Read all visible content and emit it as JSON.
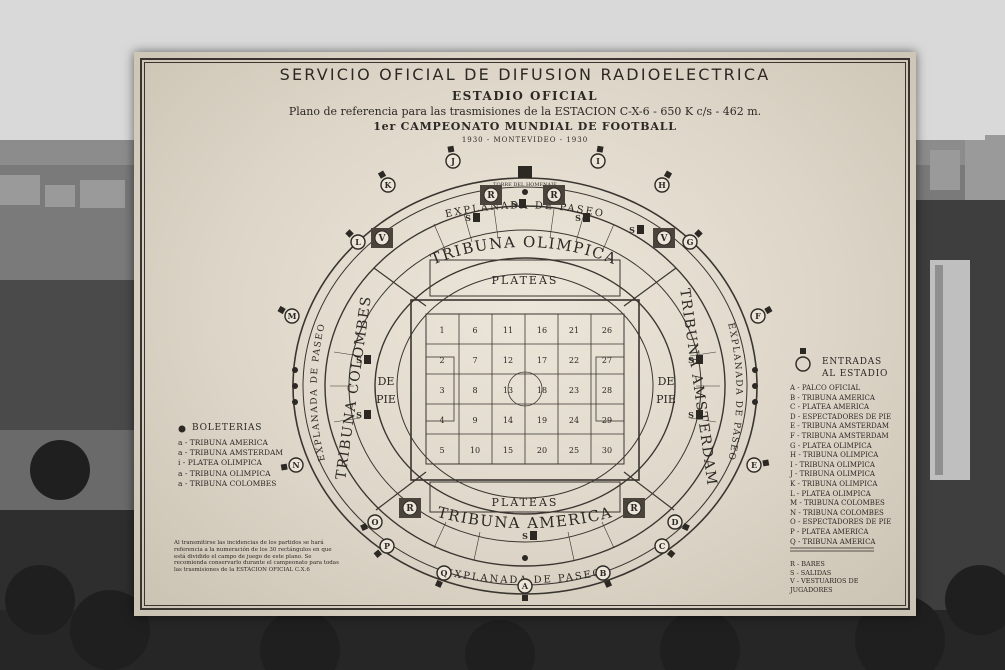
{
  "header": {
    "service_title": "SERVICIO OFICIAL DE DIFUSION RADIOELECTRICA",
    "venue_title": "ESTADIO OFICIAL",
    "reference_line": "Plano de referencia para las trasmisiones de la ESTACION C-X-6 - 650 K c/s - 462 m.",
    "championship": "1er CAMPEONATO MUNDIAL DE FOOTBALL",
    "dates": "1930 - MONTEVIDEO - 1930"
  },
  "stands": {
    "olimpica": "TRIBUNA OLIMPICA",
    "america": "TRIBUNA AMERICA",
    "colombes": "TRIBUNA COLOMBES",
    "amsterdam": "TRIBUNA AMSTERDAM",
    "plateas_top": "PLATEAS",
    "plateas_bottom": "PLATEAS",
    "de_pie_left_1": "DE",
    "de_pie_left_2": "PIE",
    "de_pie_right_1": "DE",
    "de_pie_right_2": "PIE",
    "explanada": "EXPLANADA DE PASEO",
    "torre": "TORRE DEL HOMENAJE"
  },
  "field_numbers": [
    [
      "1",
      "6",
      "11",
      "16",
      "21",
      "26"
    ],
    [
      "2",
      "7",
      "12",
      "17",
      "22",
      "27"
    ],
    [
      "3",
      "8",
      "13",
      "18",
      "23",
      "28"
    ],
    [
      "4",
      "9",
      "14",
      "19",
      "24",
      "29"
    ],
    [
      "5",
      "10",
      "15",
      "20",
      "25",
      "30"
    ]
  ],
  "zone_markers": {
    "bar": "R",
    "exit": "S",
    "locker": "V"
  },
  "gate_letters": [
    "A",
    "B",
    "C",
    "D",
    "E",
    "F",
    "G",
    "H",
    "I",
    "J",
    "K",
    "L",
    "M",
    "N",
    "O",
    "P",
    "Q"
  ],
  "boleterias": {
    "title": "BOLETERIAS",
    "items": [
      "a - TRIBUNA AMERICA",
      "a - TRIBUNA AMSTERDAM",
      "i - PLATEA OLIMPICA",
      "a - TRIBUNA OLIMPICA",
      "a - TRIBUNA COLOMBES"
    ]
  },
  "entradas": {
    "title_1": "ENTRADAS",
    "title_2": "AL ESTADIO",
    "items": [
      "A - PALCO OFICIAL",
      "B - TRIBUNA AMERICA",
      "C - PLATEA AMERICA",
      "D - ESPECTADORES DE PIE",
      "E - TRIBUNA AMSTERDAM",
      "F - TRIBUNA AMSTERDAM",
      "G - PLATEA OLIMPICA",
      "H - TRIBUNA OLIMPICA",
      "I - TRIBUNA OLIMPICA",
      "J - TRIBUNA OLIMPICA",
      "K - TRIBUNA OLIMPICA",
      "L - PLATEA OLIMPICA",
      "M - TRIBUNA COLOMBES",
      "N - TRIBUNA COLOMBES",
      "O - ESPECTADORES DE PIE",
      "P - PLATEA AMERICA",
      "Q - TRIBUNA AMERICA"
    ],
    "extra": [
      "R - BARES",
      "S - SALIDAS",
      "V - VESTUARIOS DE JUGADORES"
    ]
  },
  "footnote": "Al transmitirse las incidencias de los partidos se hará referencia a la numeración de los 30 rectángulos en que está dividido el campo de juego de este plano. Se recomienda conservarlo durante el campeonato para todas las trasmisiones de la ESTACION OFICIAL C.X.6"
}
